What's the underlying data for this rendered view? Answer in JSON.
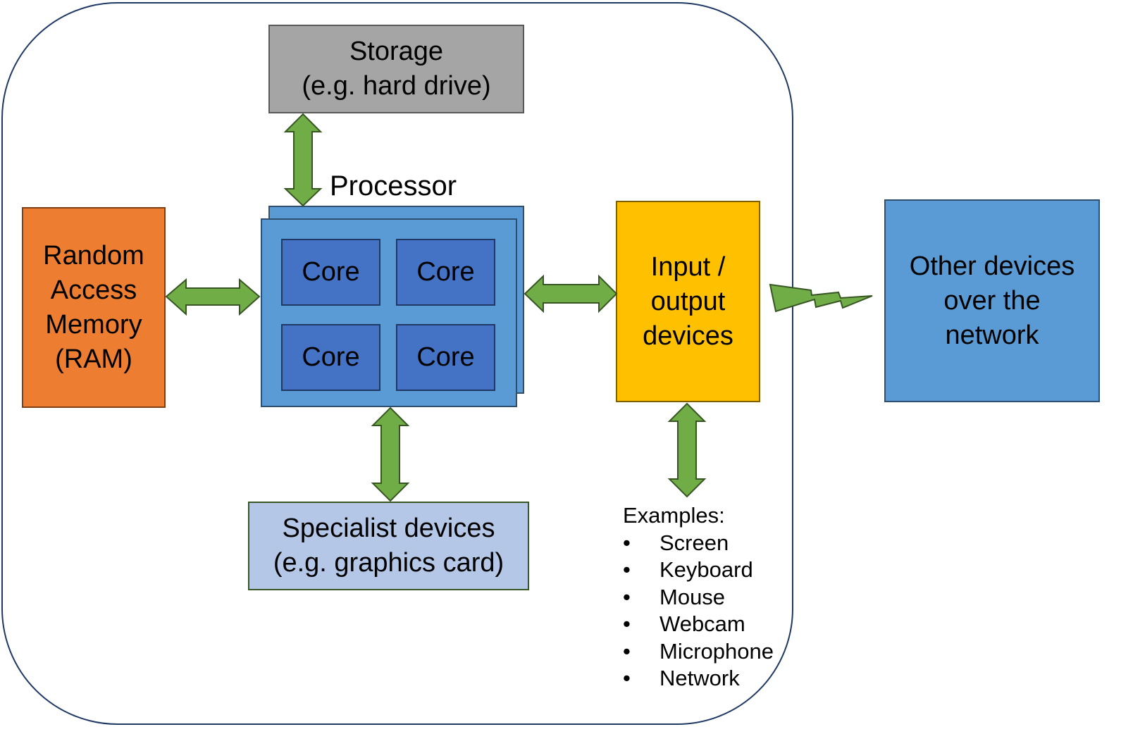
{
  "diagram": {
    "storage": {
      "label": "Storage\n(e.g. hard drive)",
      "color": "#a5a5a5"
    },
    "ram": {
      "label": "Random\nAccess\nMemory\n(RAM)",
      "color": "#ed7d31"
    },
    "processor": {
      "label": "Processor",
      "color": "#5b9bd5",
      "cores": [
        "Core",
        "Core",
        "Core",
        "Core"
      ],
      "core_color": "#4472c4"
    },
    "io_devices": {
      "label": "Input /\noutput\ndevices",
      "color": "#ffc000"
    },
    "other_devices": {
      "label": "Other devices\nover the\nnetwork",
      "color": "#5b9bd5"
    },
    "specialist": {
      "label": "Specialist devices\n(e.g. graphics card)",
      "color": "#b4c7e7"
    },
    "examples": {
      "heading": "Examples:",
      "items": [
        "Screen",
        "Keyboard",
        "Mouse",
        "Webcam",
        "Microphone",
        "Network"
      ],
      "bullet": "•"
    },
    "connections": [
      {
        "from": "storage",
        "to": "processor",
        "type": "bidirectional-arrow"
      },
      {
        "from": "ram",
        "to": "processor",
        "type": "bidirectional-arrow"
      },
      {
        "from": "processor",
        "to": "io_devices",
        "type": "bidirectional-arrow"
      },
      {
        "from": "processor",
        "to": "specialist",
        "type": "bidirectional-arrow"
      },
      {
        "from": "io_devices",
        "to": "examples",
        "type": "bidirectional-arrow"
      },
      {
        "from": "io_devices",
        "to": "other_devices",
        "type": "wireless-link"
      }
    ],
    "arrow_color": "#70ad47",
    "container_border_color": "#1f3864"
  }
}
